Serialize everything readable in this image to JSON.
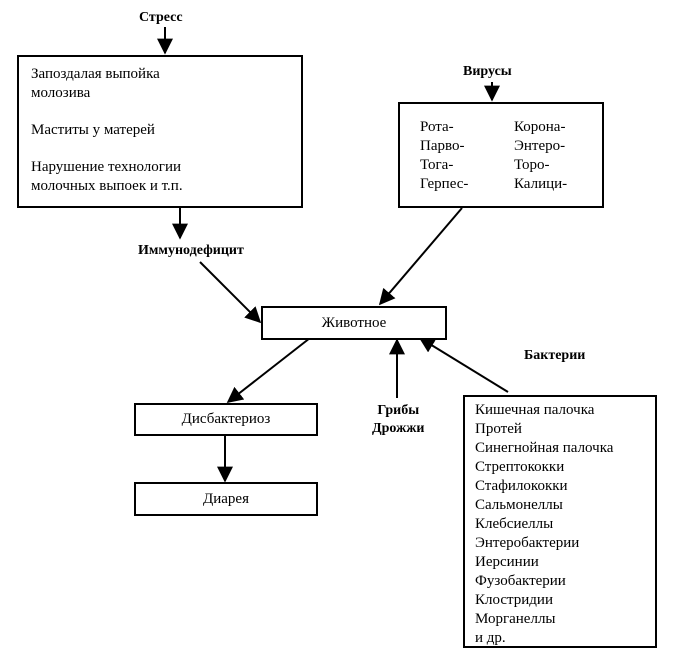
{
  "stress": {
    "label": "Стресс",
    "lines": [
      "Запоздалая выпойка",
      "молозива",
      "Маститы у матерей",
      "Нарушение технологии",
      "молочных выпоек и т.п."
    ]
  },
  "immunodeficiency": {
    "label": "Иммунодефицит"
  },
  "viruses": {
    "label": "Вирусы",
    "col1": [
      "Рота-",
      "Парво-",
      "Тога-",
      "Герпес-"
    ],
    "col2": [
      "Корона-",
      "Энтеро-",
      "Торо-",
      "Калици-"
    ]
  },
  "animal": {
    "label": "Животное"
  },
  "dysbacteriosis": {
    "label": "Дисбактериоз"
  },
  "diarrhea": {
    "label": "Диарея"
  },
  "fungi": {
    "line1": "Грибы",
    "line2": "Дрожжи"
  },
  "bacteria": {
    "label": "Бактерии",
    "items": [
      "Кишечная палочка",
      "Протей",
      "Синегнойная палочка",
      "Стрептококки",
      "Стафилококки",
      "Сальмонеллы",
      "Клебсиеллы",
      "Энтеробактерии",
      "Иерсинии",
      "Фузобактерии",
      "Клостридии",
      "Морганеллы",
      "и др."
    ]
  }
}
